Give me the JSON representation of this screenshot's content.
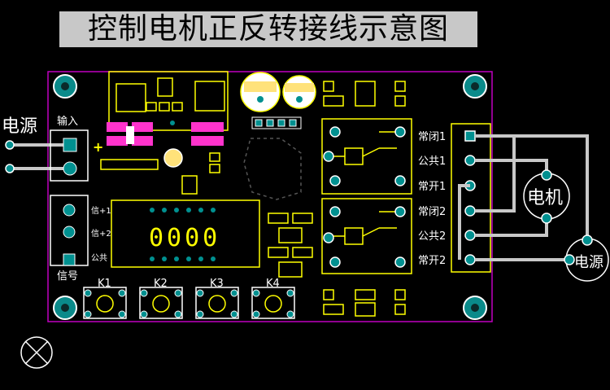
{
  "title": "控制电机正反转接线示意图",
  "left_power": "电源",
  "input_label": "输入",
  "signal_label": "信号",
  "plus_sign": "+",
  "signal_pins": [
    "信+1",
    "信+2",
    "公共"
  ],
  "display_digits": "0000",
  "buttons": [
    "K1",
    "K2",
    "K3",
    "K4"
  ],
  "relay_pins": [
    "常闭1",
    "公共1",
    "常开1",
    "常闭2",
    "公共2",
    "常开2"
  ],
  "motor_label": "电机",
  "right_power": "电源",
  "colors": {
    "board_edge": "#c000c0",
    "silk": "#ffff00",
    "pad": "#009090",
    "wire": "#c8c8c8",
    "pink": "#ff66cc"
  }
}
